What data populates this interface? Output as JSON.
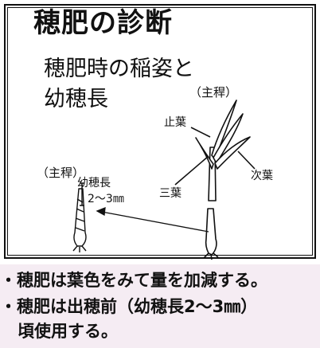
{
  "figure": {
    "title": "穂肥の診断",
    "subtitle_line1": "穂肥時の稲姿と",
    "subtitle_line2": "幼穂長",
    "label_main_culm_right": "（主稈）",
    "label_main_culm_left": "（主稈）",
    "label_flag_leaf": "止葉",
    "label_next_leaf": "次葉",
    "label_third_leaf": "三葉",
    "label_panicle_length": "幼穂長",
    "label_panicle_size": "2～3㎜"
  },
  "notes": {
    "note1": "・穂肥は葉色をみて量を加減する。",
    "note2": "・穂肥は出穂前（幼穂長2～3㎜）",
    "note2_cont": "頃使用する。"
  },
  "colors": {
    "ink": "#111111",
    "note_background": "#f5ecf3"
  }
}
